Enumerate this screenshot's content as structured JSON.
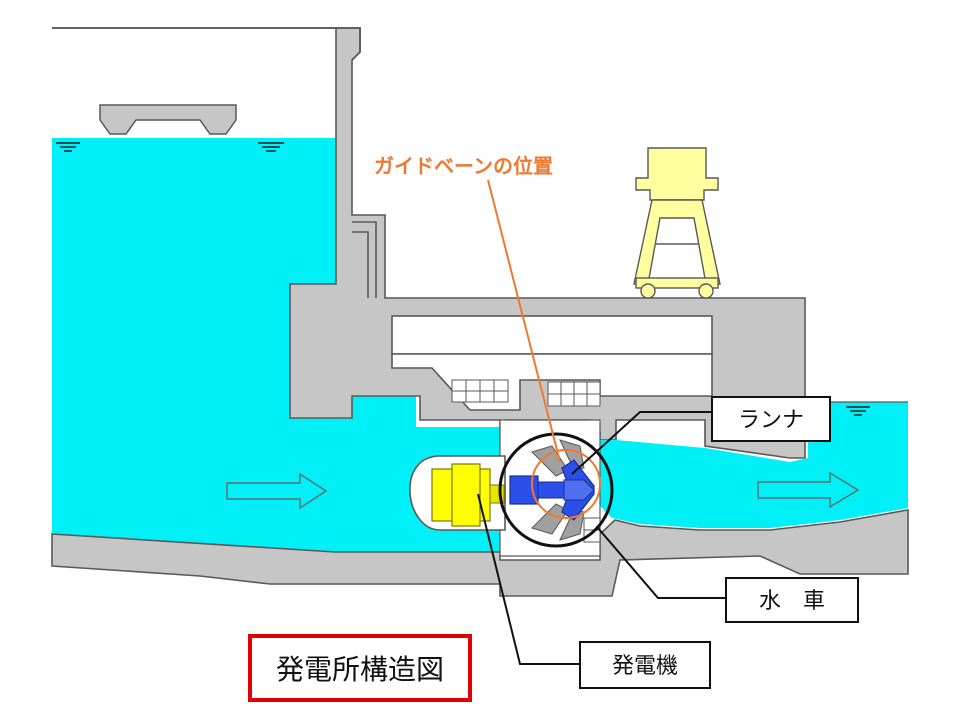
{
  "diagram": {
    "title": "発電所構造図",
    "guide_vane_label": "ガイドベーンの位置",
    "runner_label": "ランナ",
    "turbine_label": "水　車",
    "generator_label": "発電機"
  },
  "colors": {
    "water": "#00f0f8",
    "concrete": "#c6c6c6",
    "outline": "#595959",
    "generator": "#ffff00",
    "shaft_blue": "#2b4fe8",
    "guide_vane_orange": "#f07830",
    "crane": "#ffffa0",
    "title_border": "#e00000"
  }
}
